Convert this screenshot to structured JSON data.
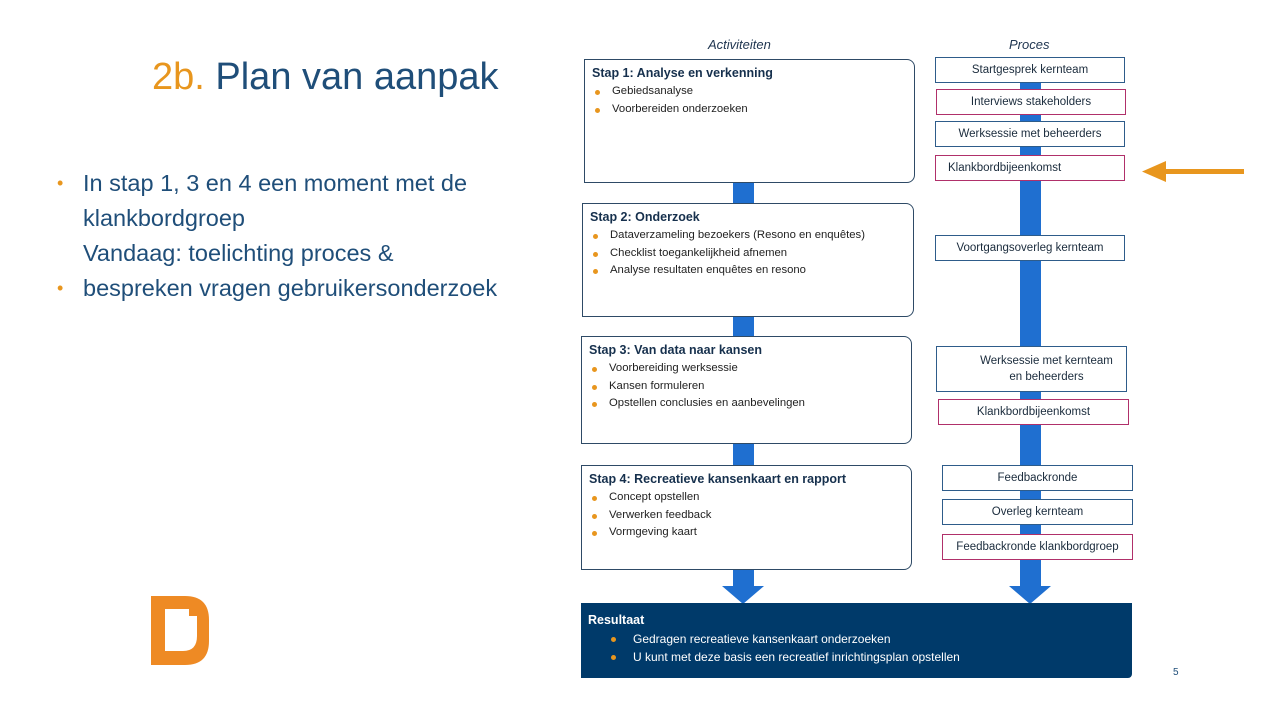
{
  "title": {
    "number": "2b.",
    "text": "Plan van aanpak"
  },
  "bullets": [
    "In stap 1, 3 en 4 een moment met de",
    "klankbordgroep",
    "Vandaag: toelichting proces &",
    "bespreken vragen gebruikersonderzoek"
  ],
  "diagram": {
    "col_activities": "Activiteiten",
    "col_process": "Proces",
    "steps": [
      {
        "title": "Stap 1: Analyse en verkenning",
        "items": [
          "Gebiedsanalyse",
          "Voorbereiden onderzoeken"
        ]
      },
      {
        "title": "Stap 2: Onderzoek",
        "items": [
          "Dataverzameling bezoekers (Resono en enquêtes)",
          "Checklist toegankelijkheid afnemen",
          "Analyse resultaten enquêtes en resono"
        ]
      },
      {
        "title": "Stap 3: Van data naar kansen",
        "items": [
          "Voorbereiding werksessie",
          "Kansen formuleren",
          "Opstellen conclusies en aanbevelingen"
        ]
      },
      {
        "title": "Stap 4: Recreatieve kansenkaart en rapport",
        "items": [
          "Concept opstellen",
          "Verwerken feedback",
          "Vormgeving kaart"
        ]
      }
    ],
    "process": [
      "Startgesprek kernteam",
      "Interviews stakeholders",
      "Werksessie met beheerders",
      "Klankbordbijeenkomst",
      "Voortgangsoverleg kernteam",
      "Werksessie met kernteam en beheerders",
      "Klankbordbijeenkomst",
      "Feedbackronde",
      "Overleg kernteam",
      "Feedbackronde klankbordgroep"
    ],
    "result": {
      "title": "Resultaat",
      "items": [
        "Gedragen recreatieve kansenkaart onderzoeken",
        "U kunt met deze basis een recreatief inrichtingsplan opstellen"
      ]
    }
  },
  "colors": {
    "accent": "#e8961e",
    "navy": "#003a6a",
    "flow": "#1f6fd0",
    "klankbord": "#b0306a"
  },
  "page_number": "5"
}
